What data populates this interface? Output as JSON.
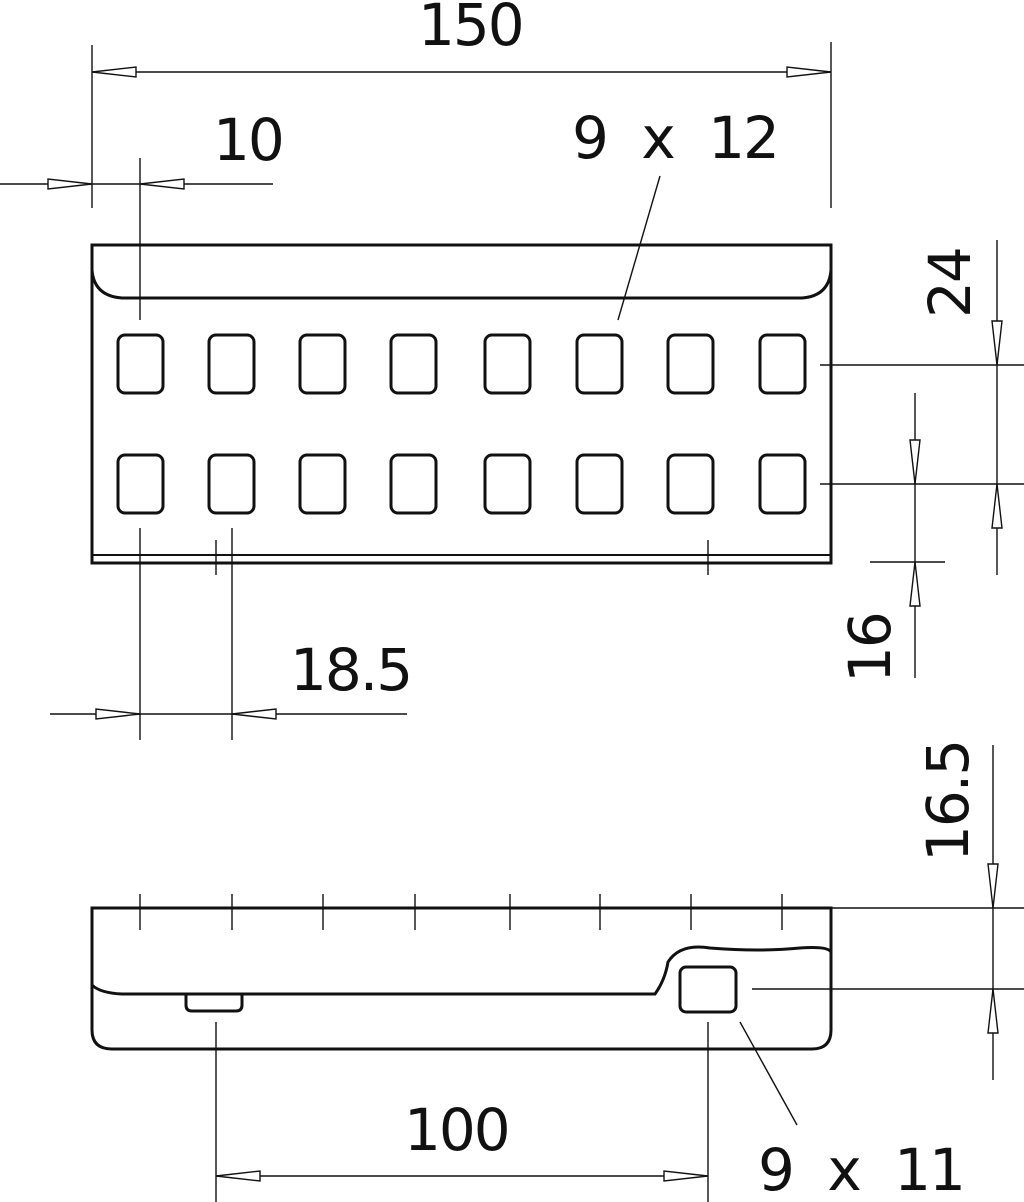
{
  "dimensions": {
    "overall_length": "150",
    "edge_offset": "10",
    "top_slot_size": "9 x 12",
    "top_row_offset": "24",
    "row_spacing": "16",
    "slot_pitch": "18.5",
    "side_height": "16.5",
    "side_slot_spacing": "100",
    "side_slot_size": "9 x 11"
  },
  "colors": {
    "line": "#111111",
    "background": "#ffffff"
  }
}
